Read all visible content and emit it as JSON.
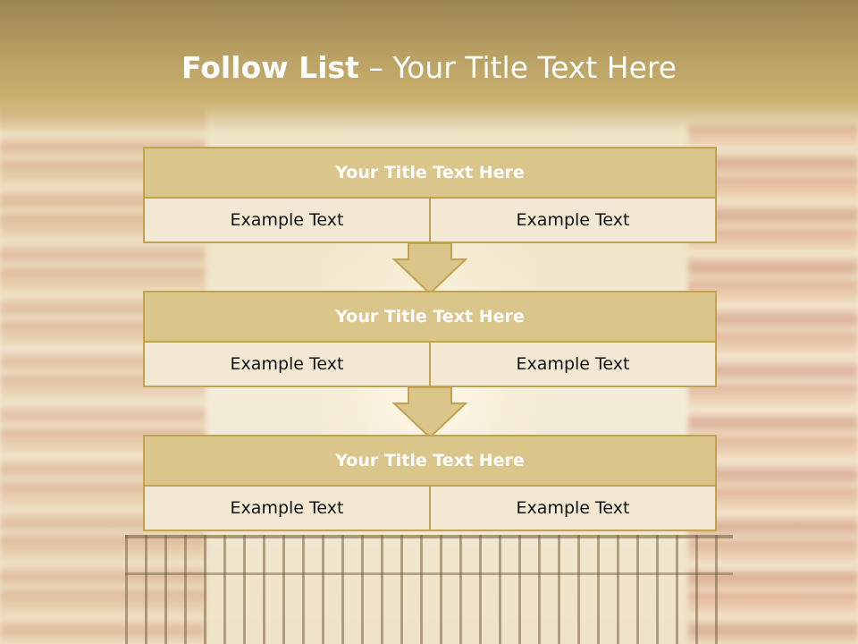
{
  "slide": {
    "title_bold": "Follow List",
    "title_rest": " – Your Title Text Here"
  },
  "blocks": [
    {
      "title": "Your Title Text Here",
      "left": "Example Text",
      "right": "Example Text"
    },
    {
      "title": "Your Title Text Here",
      "left": "Example Text",
      "right": "Example Text"
    },
    {
      "title": "Your Title Text Here",
      "left": "Example Text",
      "right": "Example Text"
    }
  ],
  "colors": {
    "header_fill": "#dac58a",
    "border": "#c3a24f",
    "cell_fill": "#f2e8d3",
    "title_band": "#b8a063"
  },
  "icons": [
    "down-arrow-icon"
  ]
}
